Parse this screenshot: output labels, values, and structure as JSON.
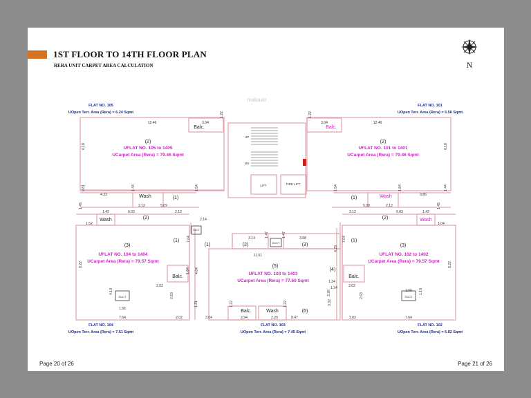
{
  "header": {
    "title": "1ST FLOOR TO 14TH FLOOR PLAN",
    "subtitle": "RERA UNIT CARPET AREA CALCULATION",
    "compass_letter": "N"
  },
  "watermark": "makaan",
  "footer": {
    "left_page": "Page 20 of 26",
    "right_page": "Page 21 of 26"
  },
  "flats": {
    "f105": {
      "name": "FLAT NO. 105",
      "terrace": "UOpen Terr. Area (Rera) = 6.24 Sqmt"
    },
    "f101": {
      "name": "FLAT NO. 101",
      "terrace": "UOpen Terr. Area (Rera) = 5.56 Sqmt"
    },
    "f104": {
      "name": "FLAT NO. 104",
      "terrace": "UOpen Terr. Area (Rera) = 7.51 Sqmt"
    },
    "f103": {
      "name": "FLAT NO. 103",
      "terrace": "UOpen Terr. Area (Rera) = 7.45 Sqmt"
    },
    "f102": {
      "name": "FLAT NO. 102",
      "terrace": "UOpen Terr. Area (Rera) = 6.82 Sqmt"
    }
  },
  "units": {
    "u105": {
      "flat": "UFLAT NO. 105 to 1405",
      "carpet": "UCarpet Area (Rera) = 79.46 Sqmt"
    },
    "u101": {
      "flat": "UFLAT NO. 101 to 1401",
      "carpet": "UCarpet Area (Rera) = 79.46 Sqmt"
    },
    "u104": {
      "flat": "UFLAT NO. 104 to 1404",
      "carpet": "UCarpet Area (Rera) = 79.57 Sqmt"
    },
    "u103": {
      "flat": "UFLAT NO. 103 to 1403",
      "carpet": "UCarpet Area (Rera) = 77.60 Sqmt"
    },
    "u102": {
      "flat": "UFLAT NO. 102 to 1402",
      "carpet": "UCarpet Area (Rera) = 79.57 Sqmt"
    }
  },
  "labels": {
    "balc": "Balc.",
    "wash": "Wash",
    "duct": "DUCT",
    "lift": "LIFT",
    "fire_lift": "FIRE LIFT",
    "up": "UP",
    "dn": "DN",
    "r1": "(1)",
    "r2": "(2)",
    "r3": "(3)",
    "r4": "(4)",
    "r5": "(5)",
    "r6": "(6)"
  },
  "dims": {
    "d1246": "12.46",
    "d304": "3.04",
    "d618": "6.18",
    "d433": "4.33",
    "d212": "2.12",
    "d509": "5.09",
    "d142": "1.42",
    "d603": "6.03",
    "d152": "1.52",
    "d104": "1.04",
    "d386": "3.86",
    "d214": "2.14",
    "d314": "3.14",
    "d368": "3.68",
    "d1161": "11.61",
    "d822": "8.22",
    "d202": "2.02",
    "d156": "1.56",
    "d764": "7.64",
    "d294": "2.94",
    "d229": "2.29",
    "d847": "8.47",
    "d134": "1.34",
    "d124": "1.24",
    "d122": "1.22",
    "d154": "1.54",
    "d144": "1.44",
    "d184": "1.84",
    "d410": "4.10",
    "d263": "2.63",
    "d704": "7.04",
    "d429": "4.29",
    "d464": "4.64",
    "d110": "1.10",
    "d147": "1.47",
    "d332": "3.32",
    "d326": "3.26",
    "d131": "1.31",
    "d081": "0.81",
    "d145": "1.45"
  },
  "colors": {
    "accent": "#d6731f",
    "wall": "#e3a9b4",
    "unit_text": "#d020c8",
    "flat_text": "#1c2e8c"
  }
}
